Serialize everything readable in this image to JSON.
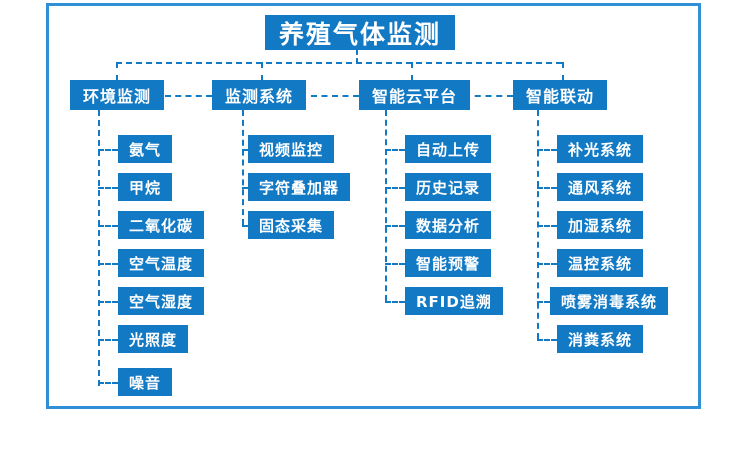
{
  "diagram": {
    "type": "tree-hierarchy",
    "title": "养殖气体监测",
    "accent_color": "#1279c4",
    "frame_color": "#2f90d8",
    "background_color": "#ffffff",
    "branches": [
      {
        "label": "环境监测",
        "children": [
          "氨气",
          "甲烷",
          "二氧化碳",
          "空气温度",
          "空气湿度",
          "光照度",
          "噪音"
        ]
      },
      {
        "label": "监测系统",
        "children": [
          "视频监控",
          "字符叠加器",
          "固态采集"
        ]
      },
      {
        "label": "智能云平台",
        "children": [
          "自动上传",
          "历史记录",
          "数据分析",
          "智能预警",
          "RFID追溯"
        ]
      },
      {
        "label": "智能联动",
        "children": [
          "补光系统",
          "通风系统",
          "加湿系统",
          "温控系统",
          "喷雾消毒系统",
          "消粪系统"
        ]
      }
    ]
  }
}
